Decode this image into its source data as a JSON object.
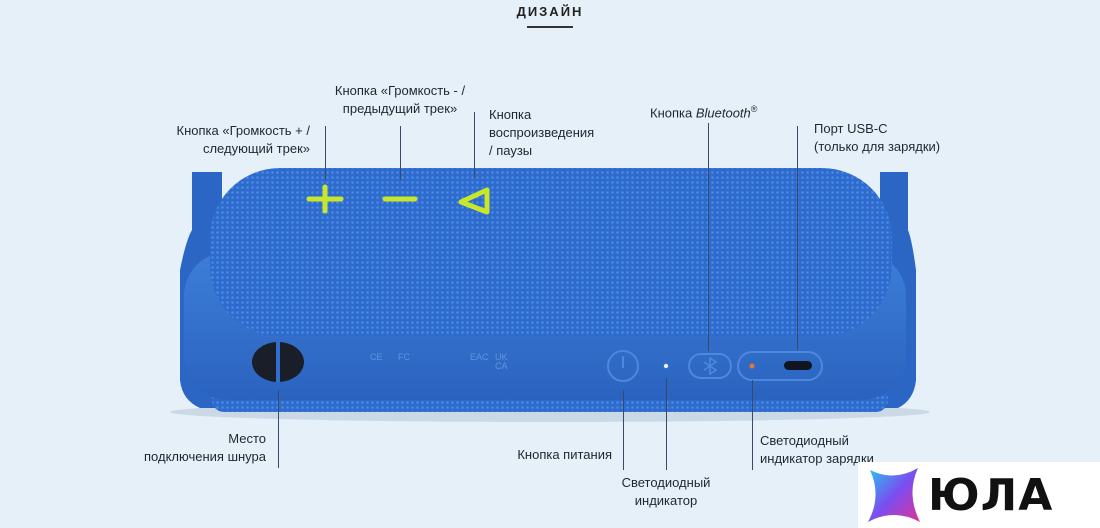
{
  "heading": "ДИЗАЙН",
  "labels": {
    "volume_plus": [
      "Кнопка «Громкость + /",
      "следующий трек»"
    ],
    "volume_minus": [
      "Кнопка «Громкость - /",
      "предыдущий трек»"
    ],
    "play_pause": [
      "Кнопка",
      "воспроизведения",
      "/ паузы"
    ],
    "bluetooth": {
      "prefix": "Кнопка ",
      "italic": "Bluetooth",
      "suffix": "®"
    },
    "usb_c": [
      "Порт USB-C",
      "(только для зарядки)"
    ],
    "strap": [
      "Место",
      "подключения шнура"
    ],
    "power": "Кнопка питания",
    "led": [
      "Светодиодный",
      "индикатор"
    ],
    "charge_led": [
      "Светодиодный",
      "индикатор зарядки"
    ]
  },
  "button_glyphs": {
    "plus": "+",
    "minus": "−",
    "play": "◁"
  },
  "colors": {
    "background": "#e6f0f8",
    "speaker_body": "#2f6fd0",
    "speaker_dark": "#1f55ac",
    "button_accent": "#c8e62a",
    "leader": "#3a4a66"
  },
  "logo": {
    "text": "ЮЛА"
  }
}
